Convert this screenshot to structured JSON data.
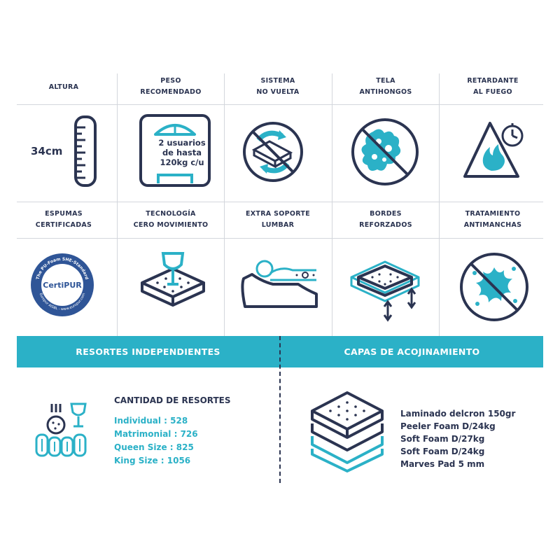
{
  "features": [
    {
      "label_lines": [
        "ALTURA"
      ],
      "icon": "ruler-icon"
    },
    {
      "label_lines": [
        "PESO",
        "RECOMENDADO"
      ],
      "icon": "scale-icon"
    },
    {
      "label_lines": [
        "SISTEMA",
        "NO VUELTA"
      ],
      "icon": "no-flip-icon"
    },
    {
      "label_lines": [
        "TELA",
        "ANTIHONGOS"
      ],
      "icon": "anti-fungus-icon"
    },
    {
      "label_lines": [
        "RETARDANTE",
        "AL FUEGO"
      ],
      "icon": "fire-retardant-icon"
    },
    {
      "label_lines": [
        "ESPUMAS",
        "CERTIFICADAS"
      ],
      "icon": "certipur-seal-icon"
    },
    {
      "label_lines": [
        "TECNOLOGÍA",
        "CERO MOVIMIENTO"
      ],
      "icon": "wine-glass-mattress-icon"
    },
    {
      "label_lines": [
        "EXTRA SOPORTE",
        "LUMBAR"
      ],
      "icon": "lumbar-support-icon"
    },
    {
      "label_lines": [
        "BORDES",
        "REFORZADOS"
      ],
      "icon": "reinforced-edges-icon"
    },
    {
      "label_lines": [
        "TRATAMIENTO",
        "ANTIMANCHAS"
      ],
      "icon": "anti-stain-icon"
    }
  ],
  "height_value": "34cm",
  "weight_lines": [
    "2 usuarios",
    "de hasta",
    "120kg c/u"
  ],
  "certipur": {
    "top_text": "The PU-Foam SHE-Standard",
    "center_text": "CertiPUR",
    "bottom_text": "Europur AISBL - www.europur.com"
  },
  "sections": {
    "springs_title": "RESORTES INDEPENDIENTES",
    "layers_title": "CAPAS DE ACOJINAMIENTO"
  },
  "springs": {
    "heading": "CANTIDAD DE RESORTES",
    "items": [
      "Individual : 528",
      "Matrimonial : 726",
      "Queen Size : 825",
      "King Size : 1056"
    ]
  },
  "layers": {
    "items": [
      "Laminado delcron 150gr",
      "Peeler Foam D/24kg",
      "Soft Foam D/27kg",
      "Soft Foam D/24kg",
      "Marves Pad 5 mm"
    ]
  },
  "colors": {
    "navy": "#2b3451",
    "accent": "#2bb1c7",
    "grid": "#d3d6dc",
    "seal": "#2f5597"
  }
}
